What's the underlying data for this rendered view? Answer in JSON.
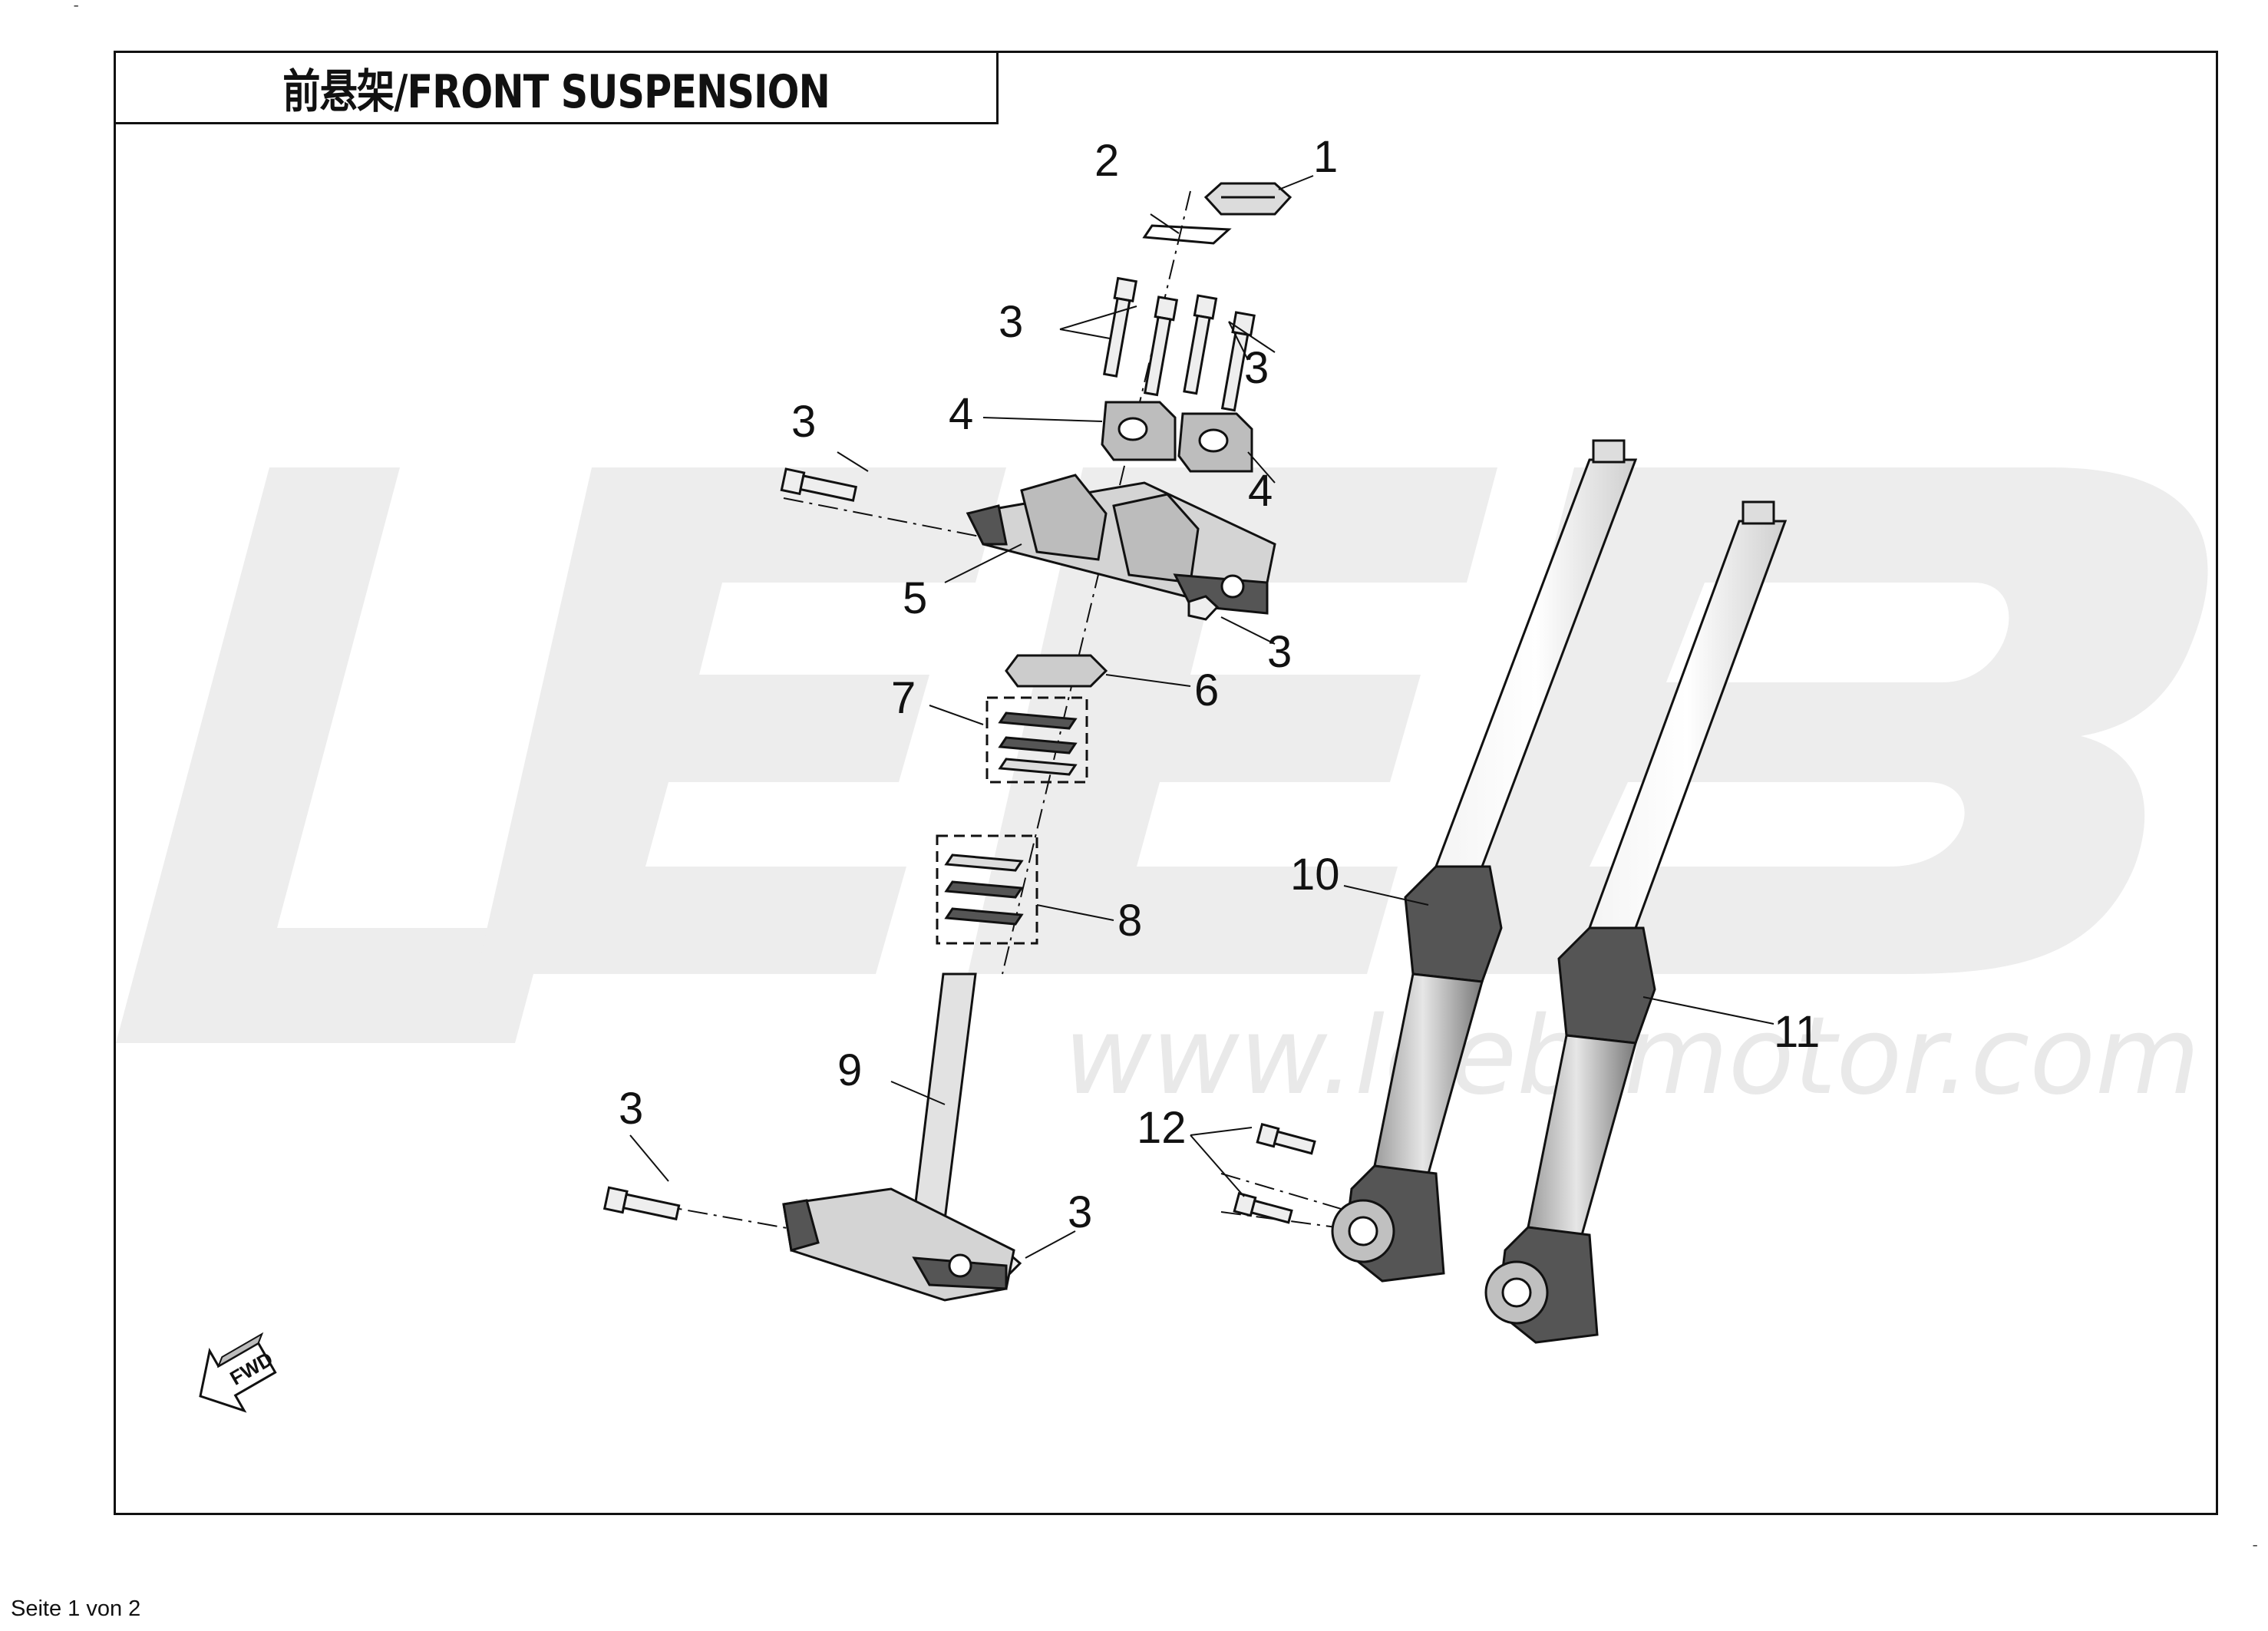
{
  "title": "前悬架/FRONT SUSPENSION",
  "watermark": {
    "logo_text": "LEEB",
    "url_text": "www.leeb-motor.com"
  },
  "callouts": [
    "1",
    "2",
    "3",
    "3",
    "3",
    "3",
    "3",
    "3",
    "4",
    "4",
    "5",
    "6",
    "7",
    "8",
    "9",
    "10",
    "11",
    "12"
  ],
  "direction_icon": "FWD",
  "footer": "Seite 1 von 2",
  "colors": {
    "line": "#111111",
    "part_fill": "#d6d6d6",
    "part_dark": "#555555",
    "watermark": "#ededed"
  }
}
